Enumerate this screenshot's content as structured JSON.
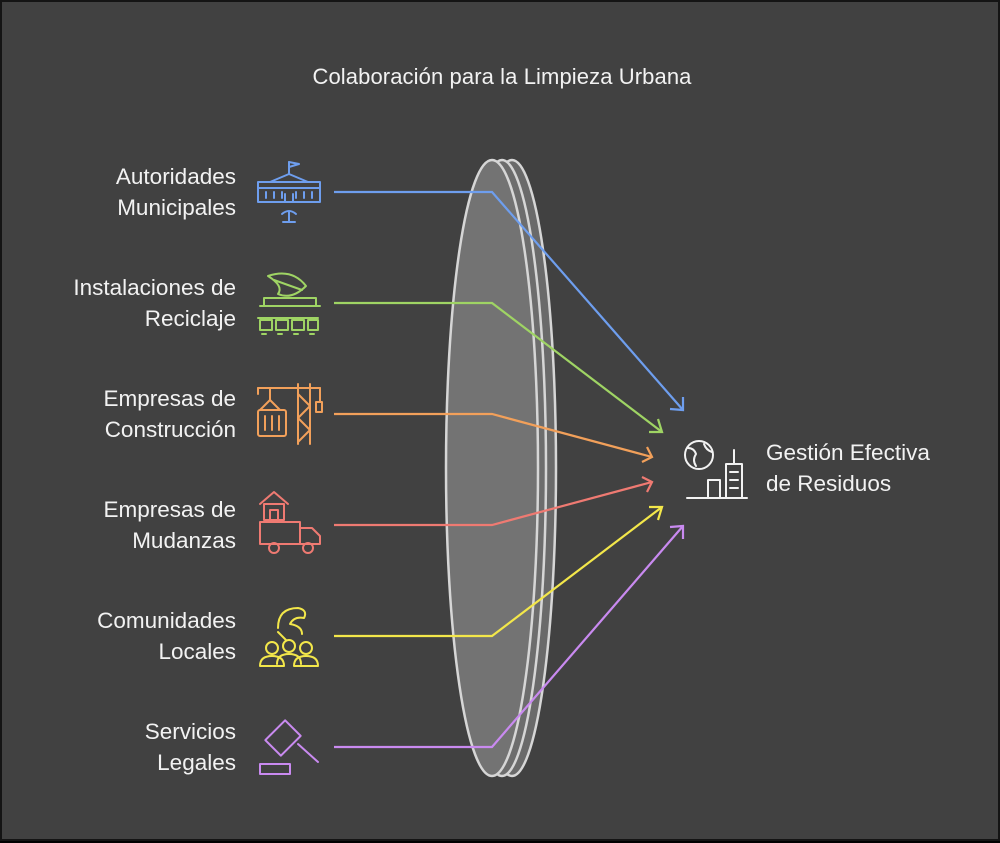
{
  "title": "Colaboración para la Limpieza Urbana",
  "inputs": [
    {
      "line1": "Autoridades",
      "line2": "Municipales",
      "icon": "government-building-icon",
      "color": "#6e9eee"
    },
    {
      "line1": "Instalaciones de",
      "line2": "Reciclaje",
      "icon": "recycling-facility-icon",
      "color": "#9fd464"
    },
    {
      "line1": "Empresas de",
      "line2": "Construcción",
      "icon": "construction-crane-icon",
      "color": "#f2a05a"
    },
    {
      "line1": "Empresas de",
      "line2": "Mudanzas",
      "icon": "moving-truck-icon",
      "color": "#ef7a72"
    },
    {
      "line1": "Comunidades",
      "line2": "Locales",
      "icon": "community-people-icon",
      "color": "#f3e74a"
    },
    {
      "line1": "Servicios",
      "line2": "Legales",
      "icon": "gavel-icon",
      "color": "#c98af0"
    }
  ],
  "output": {
    "line1": "Gestión Efectiva",
    "line2": "de Residuos",
    "icon": "globe-city-icon",
    "color": "#f2f2f2"
  },
  "lens": {
    "icon": "lens-shape"
  }
}
